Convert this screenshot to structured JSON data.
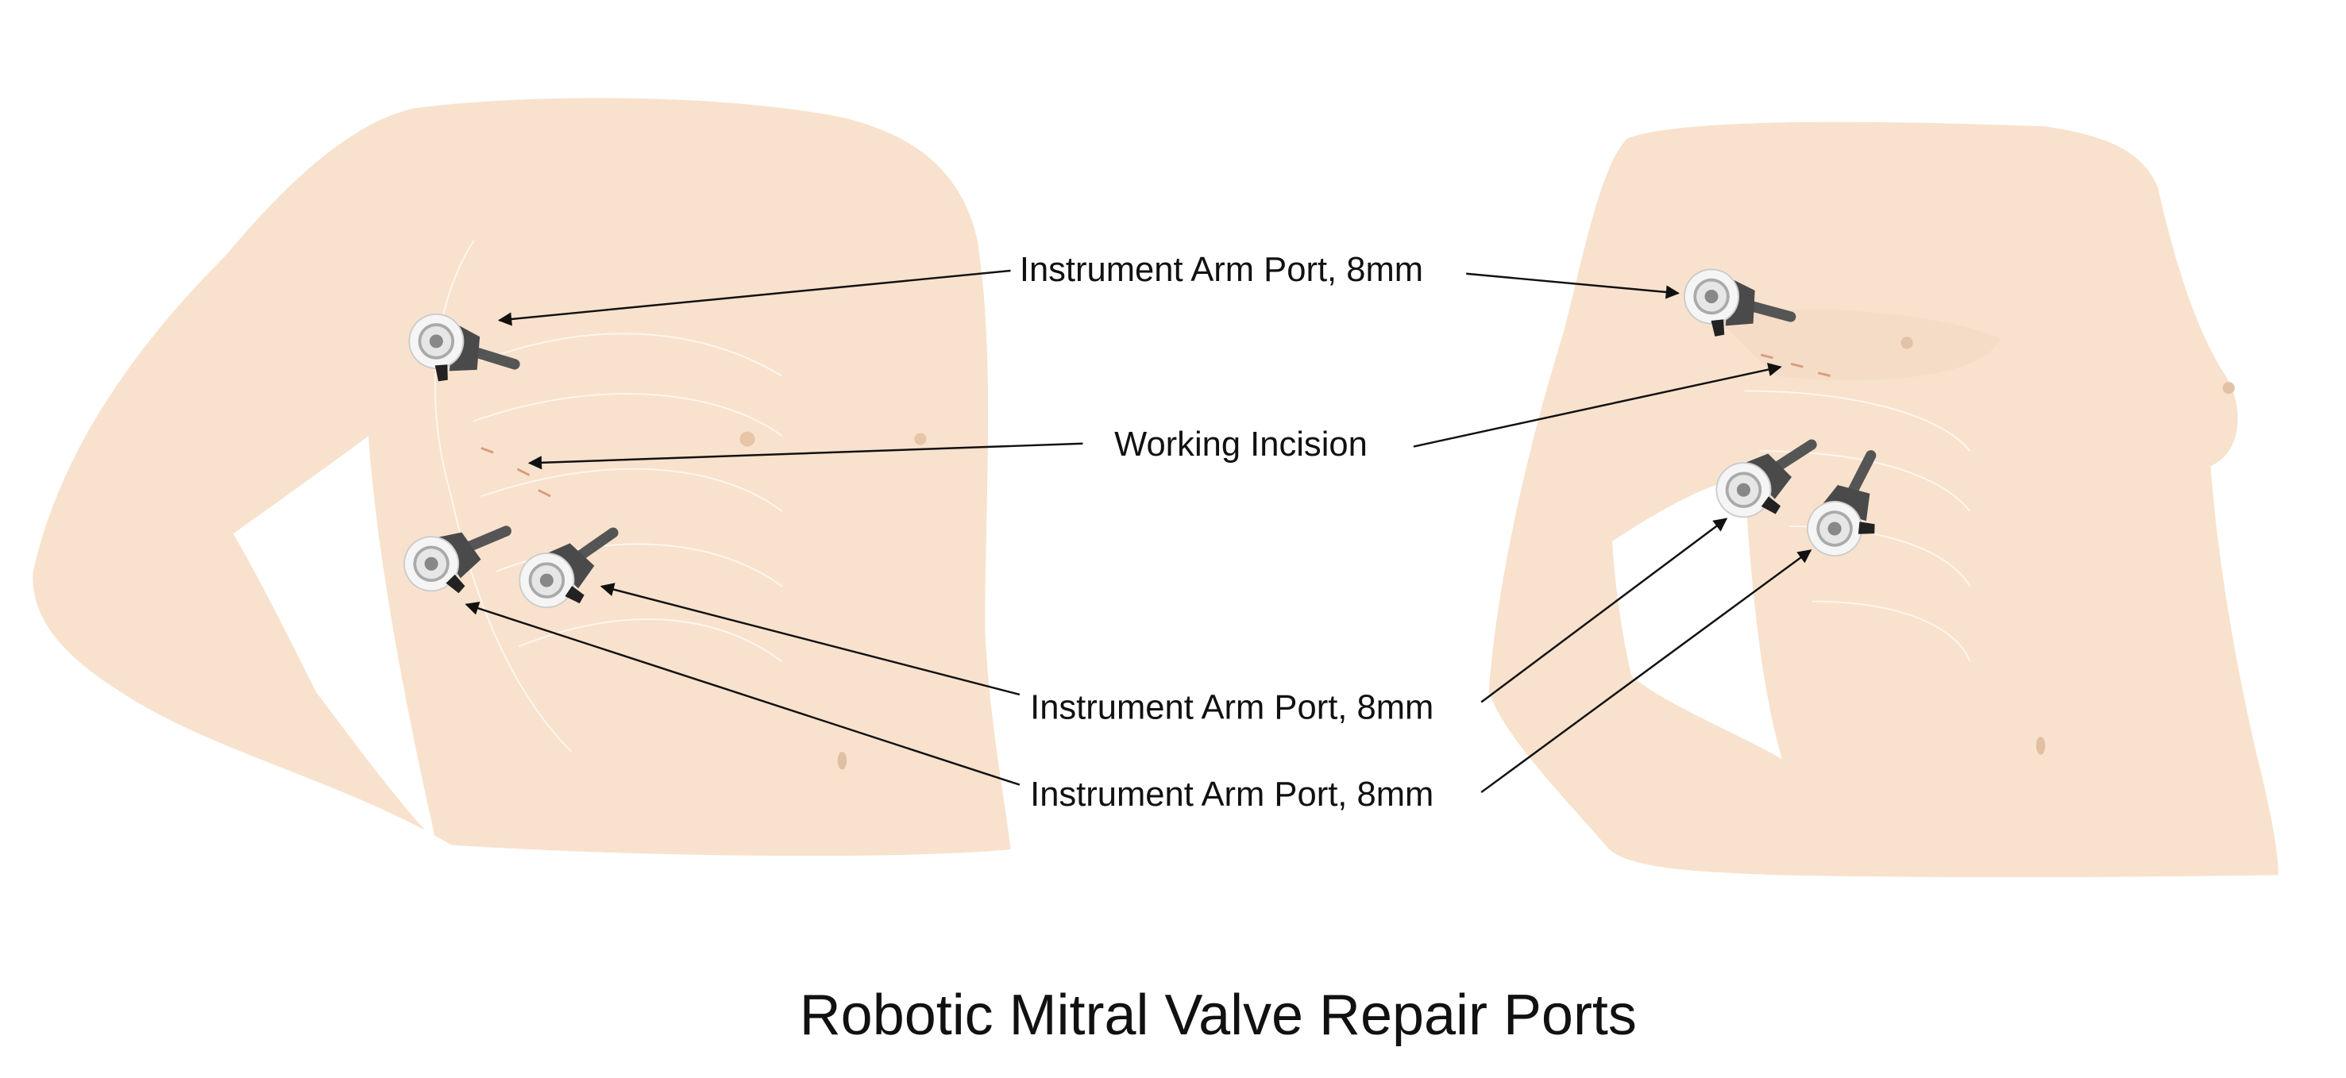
{
  "title": "Robotic Mitral Valve Repair Ports",
  "labels": {
    "port_top": "Instrument Arm Port, 8mm",
    "incision": "Working Incision",
    "port_mid": "Instrument Arm Port, 8mm",
    "port_low": "Instrument Arm Port, 8mm"
  },
  "colors": {
    "skin": "#f8e2cd",
    "incision": "#d99a7c",
    "port_dark": "#444444"
  }
}
